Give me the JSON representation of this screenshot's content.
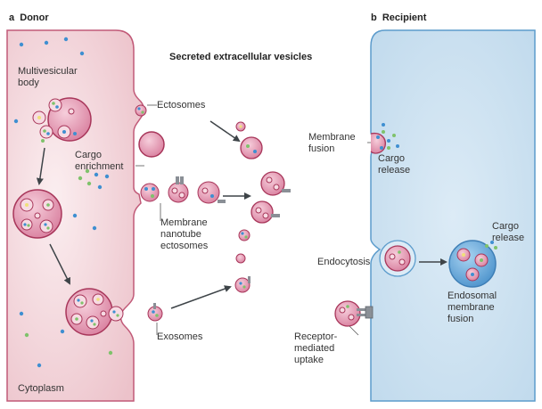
{
  "panels": {
    "a_letter": "a",
    "a_name": "Donor",
    "b_letter": "b",
    "b_name": "Recipient"
  },
  "title": "Secreted extracellular vesicles",
  "labels": {
    "multivesicular_body": [
      "Multivesicular",
      "body"
    ],
    "cargo_enrichment": [
      "Cargo",
      "enrichment"
    ],
    "ectosomes": "Ectosomes",
    "membrane_nanotube_ectosomes": [
      "Membrane",
      "nanotube",
      "ectosomes"
    ],
    "exosomes": "Exosomes",
    "cytoplasm": "Cytoplasm",
    "membrane_fusion": [
      "Membrane",
      "fusion"
    ],
    "cargo_release_1": [
      "Cargo",
      "release"
    ],
    "cargo_release_2": [
      "Cargo",
      "release"
    ],
    "endocytosis": "Endocytosis",
    "endosomal_membrane_fusion": [
      "Endosomal",
      "membrane",
      "fusion"
    ],
    "receptor_mediated_uptake": [
      "Receptor-",
      "mediated",
      "uptake"
    ]
  },
  "colors": {
    "donor_fill": "#f2d0d5",
    "donor_edge": "#c15a78",
    "recipient_fill": "#cfe3f1",
    "recipient_edge": "#5c9ccc",
    "vesicle_fill": "#dc8fa8",
    "vesicle_edge": "#a8365a",
    "arrow": "#3e4448",
    "cargo_green": "#7fc26b",
    "cargo_blue": "#3f8fd1",
    "cargo_yellow": "#efe07a",
    "receptor": "#8a8f96"
  }
}
